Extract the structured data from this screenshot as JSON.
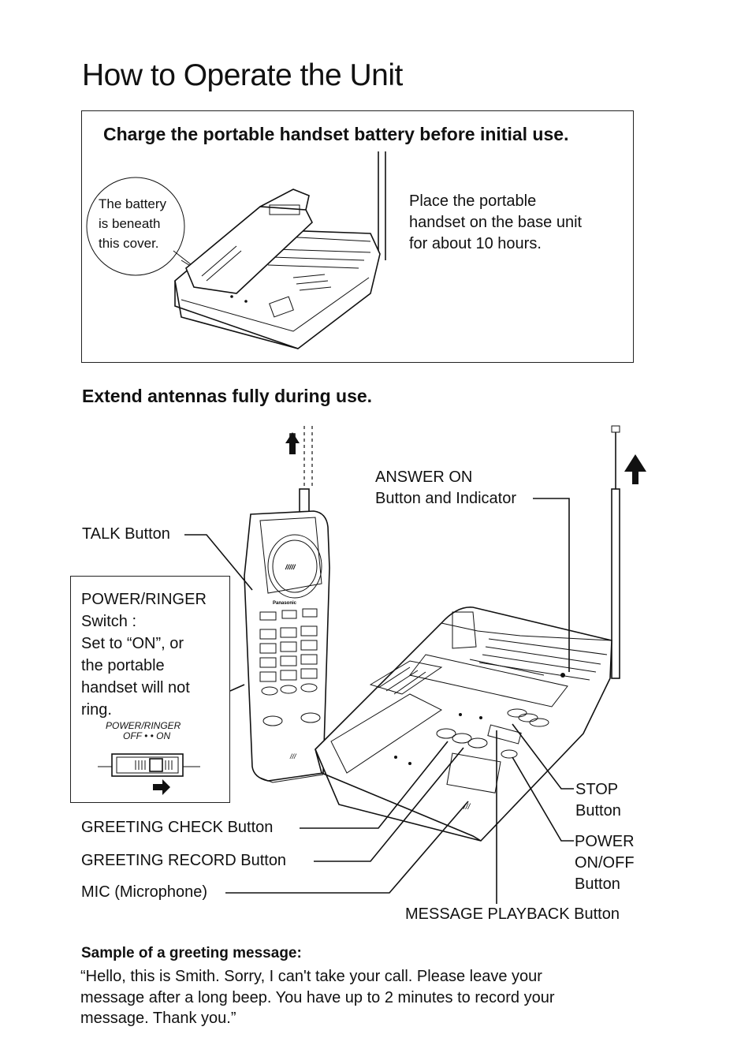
{
  "page_title": "How to Operate the Unit",
  "charge_section": {
    "heading": "Charge the portable handset battery before initial use.",
    "callout": [
      "The battery",
      "is beneath",
      "this cover."
    ],
    "instruction": [
      "Place the portable",
      "handset on the base unit",
      "for about 10 hours."
    ]
  },
  "antenna_section": {
    "heading": "Extend antennas fully during use."
  },
  "labels": {
    "answer_on": [
      "ANSWER ON",
      "Button and Indicator"
    ],
    "talk": "TALK Button",
    "power_ringer": [
      "POWER/RINGER",
      "Switch :",
      "Set to “ON”, or",
      "the portable",
      "handset will not",
      "ring."
    ],
    "switch_caption": [
      "POWER/RINGER",
      "OFF • • ON"
    ],
    "greeting_check": "GREETING CHECK Button",
    "greeting_record": "GREETING RECORD Button",
    "mic": "MIC (Microphone)",
    "stop": [
      "STOP",
      "Button"
    ],
    "power_onoff": [
      "POWER",
      "ON/OFF",
      "Button"
    ],
    "message_playback": "MESSAGE PLAYBACK Button",
    "brand": "Panasonic"
  },
  "greeting_sample": {
    "heading": "Sample of a greeting message:",
    "lines": [
      "“Hello, this is Smith. Sorry, I can't take your call. Please leave your",
      "message after a long beep. You have up to 2 minutes to record your",
      "message. Thank you.”"
    ]
  }
}
